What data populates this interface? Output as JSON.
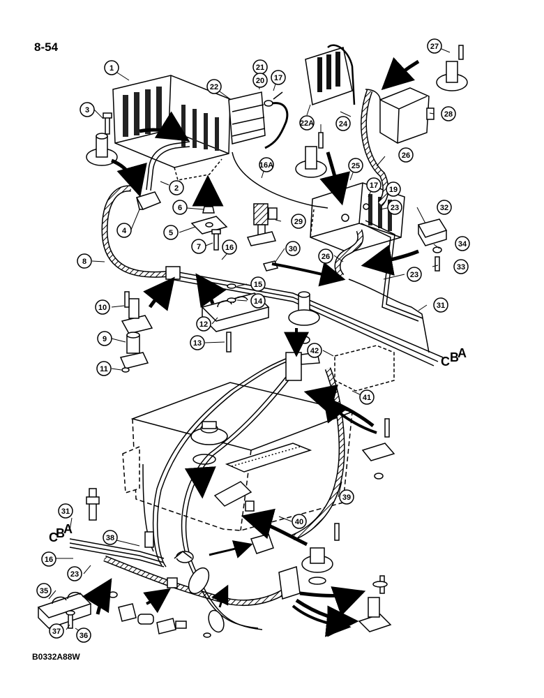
{
  "page_number": "8-54",
  "figure_code": "B0332A88W",
  "ports_right": [
    "C",
    "B",
    "A"
  ],
  "ports_left": [
    "C",
    "B",
    "A"
  ],
  "callouts": {
    "c1": "1",
    "c2": "2",
    "c3": "3",
    "c4": "4",
    "c5": "5",
    "c6": "6",
    "c7": "7",
    "c8": "8",
    "c9": "9",
    "c10": "10",
    "c11": "11",
    "c12": "12",
    "c13": "13",
    "c14": "14",
    "c15": "15",
    "c16a": "16",
    "c16b": "16",
    "c16c": "16A",
    "c17a": "17",
    "c17b": "17",
    "c19": "19",
    "c20": "20",
    "c21": "21",
    "c22": "22",
    "c22a": "22A",
    "c23a": "23",
    "c23b": "23",
    "c23c": "23",
    "c24": "24",
    "c25": "25",
    "c26a": "26",
    "c26b": "26",
    "c27": "27",
    "c28": "28",
    "c29": "29",
    "c30": "30",
    "c31a": "31",
    "c31b": "31",
    "c32": "32",
    "c33": "33",
    "c34": "34",
    "c35": "35",
    "c36": "36",
    "c37": "37",
    "c38": "38",
    "c39": "39",
    "c40": "40",
    "c41": "41",
    "c42": "42"
  }
}
